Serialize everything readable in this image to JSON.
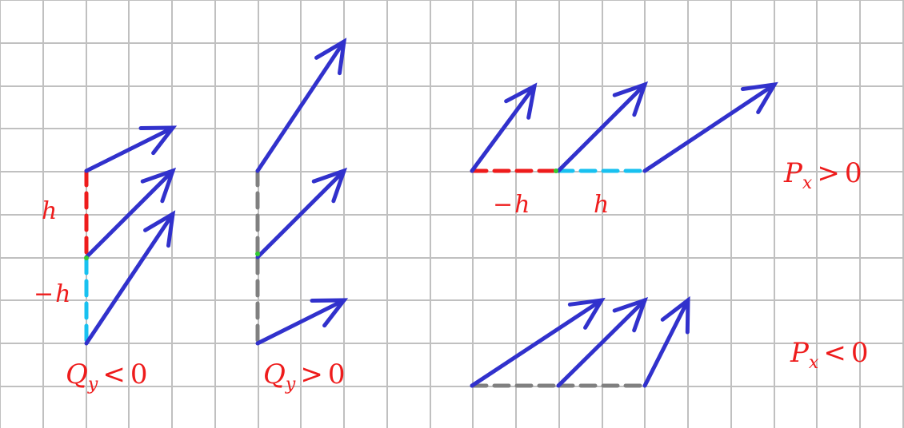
{
  "colors": {
    "grid": "#c0c0c0",
    "arrow": "#3131cc",
    "positive_offset": "#ee1c1c",
    "negative_offset": "#18c1f0",
    "neutral": "#808080",
    "origin_point": "#33cc33",
    "label": "#ee1c1c"
  },
  "labels": {
    "qy_neg": {
      "symbol": "Q",
      "sub": "y",
      "op": "<",
      "value": "0"
    },
    "qy_pos": {
      "symbol": "Q",
      "sub": "y",
      "op": ">",
      "value": "0"
    },
    "px_pos": {
      "symbol": "P",
      "sub": "x",
      "op": ">",
      "value": "0"
    },
    "px_neg": {
      "symbol": "P",
      "sub": "x",
      "op": "<",
      "value": "0"
    },
    "h_left": {
      "text": "h"
    },
    "minus_h_left": {
      "minus": "−",
      "text": "h"
    },
    "minus_h_top": {
      "minus": "−",
      "text": "h"
    },
    "h_top": {
      "text": "h"
    }
  }
}
